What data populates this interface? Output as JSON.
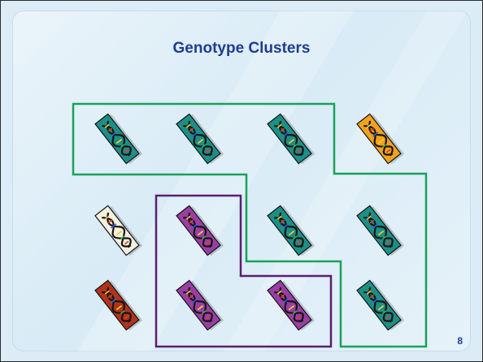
{
  "slide": {
    "title": "Genotype Clusters",
    "page_number": "8"
  },
  "colors": {
    "title": "#1f3c93",
    "cluster_green": "#1aa05a",
    "cluster_purple": "#5a1f6e",
    "strip_teal": "#1c8f87",
    "strip_orange": "#f2a21c",
    "strip_white": "#f4f0e0",
    "strip_purple": "#9a3ea5",
    "strip_red": "#b0331c"
  },
  "clusters": [
    {
      "name": "green-cluster",
      "color": "cluster_green"
    },
    {
      "name": "purple-cluster",
      "color": "cluster_purple"
    }
  ],
  "genotypes": [
    {
      "name": "genotype-r1c1",
      "color": "strip_teal"
    },
    {
      "name": "genotype-r1c2",
      "color": "strip_teal"
    },
    {
      "name": "genotype-r1c3",
      "color": "strip_teal"
    },
    {
      "name": "genotype-r1c4",
      "color": "strip_orange"
    },
    {
      "name": "genotype-r2c1",
      "color": "strip_white"
    },
    {
      "name": "genotype-r2c2",
      "color": "strip_purple"
    },
    {
      "name": "genotype-r2c3",
      "color": "strip_teal"
    },
    {
      "name": "genotype-r2c4",
      "color": "strip_teal"
    },
    {
      "name": "genotype-r3c1",
      "color": "strip_red"
    },
    {
      "name": "genotype-r3c2",
      "color": "strip_purple"
    },
    {
      "name": "genotype-r3c3",
      "color": "strip_purple"
    },
    {
      "name": "genotype-r3c4",
      "color": "strip_teal"
    }
  ]
}
